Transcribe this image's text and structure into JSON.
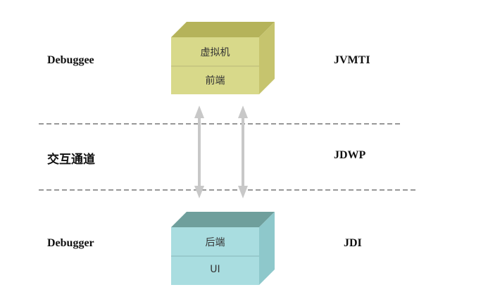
{
  "layers": [
    {
      "left_label": "Debuggee",
      "right_label": "JVMTI"
    },
    {
      "left_label": "交互通道",
      "right_label": "JDWP"
    },
    {
      "left_label": "Debugger",
      "right_label": "JDI"
    }
  ],
  "top_box": {
    "line1": "虚拟机",
    "line2": "前端",
    "front_color": "#d8d98a",
    "top_color": "#b5b35a",
    "side_color": "#c6c46e"
  },
  "bottom_box": {
    "line1": "后端",
    "line2": "UI",
    "front_color": "#a9dde0",
    "top_color": "#6f9f9c",
    "side_color": "#8ec8cb"
  },
  "arrow_color": "#c8c8c8",
  "divider_color": "#777777"
}
